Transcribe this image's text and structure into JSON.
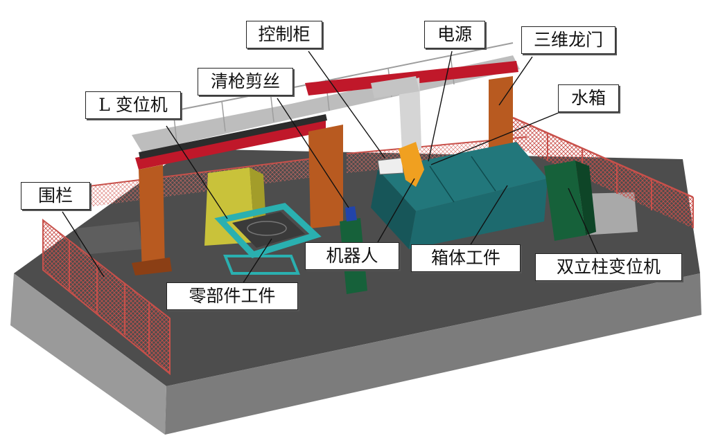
{
  "labels": {
    "control_cabinet": "控制柜",
    "power_source": "电源",
    "gantry": "三维龙门",
    "torch_cleaning": "清枪剪丝",
    "water_tank": "水箱",
    "l_positioner": "L 变位机",
    "fence": "围栏",
    "robot": "机器人",
    "box_workpiece": "箱体工件",
    "double_column_positioner": "双立柱变位机",
    "parts_workpiece": "零部件工件"
  },
  "colors": {
    "platform_top": "#4a4a4a",
    "platform_side": "#8c8c8c",
    "gantry_column": "#b85a20",
    "gantry_beam": "#c0182a",
    "box_workpiece": "#1d6a6e",
    "positioner_green": "#16613a",
    "l_positioner": "#c9c23a",
    "fence_red": "#c8504a",
    "robot_orange": "#f0a020"
  }
}
